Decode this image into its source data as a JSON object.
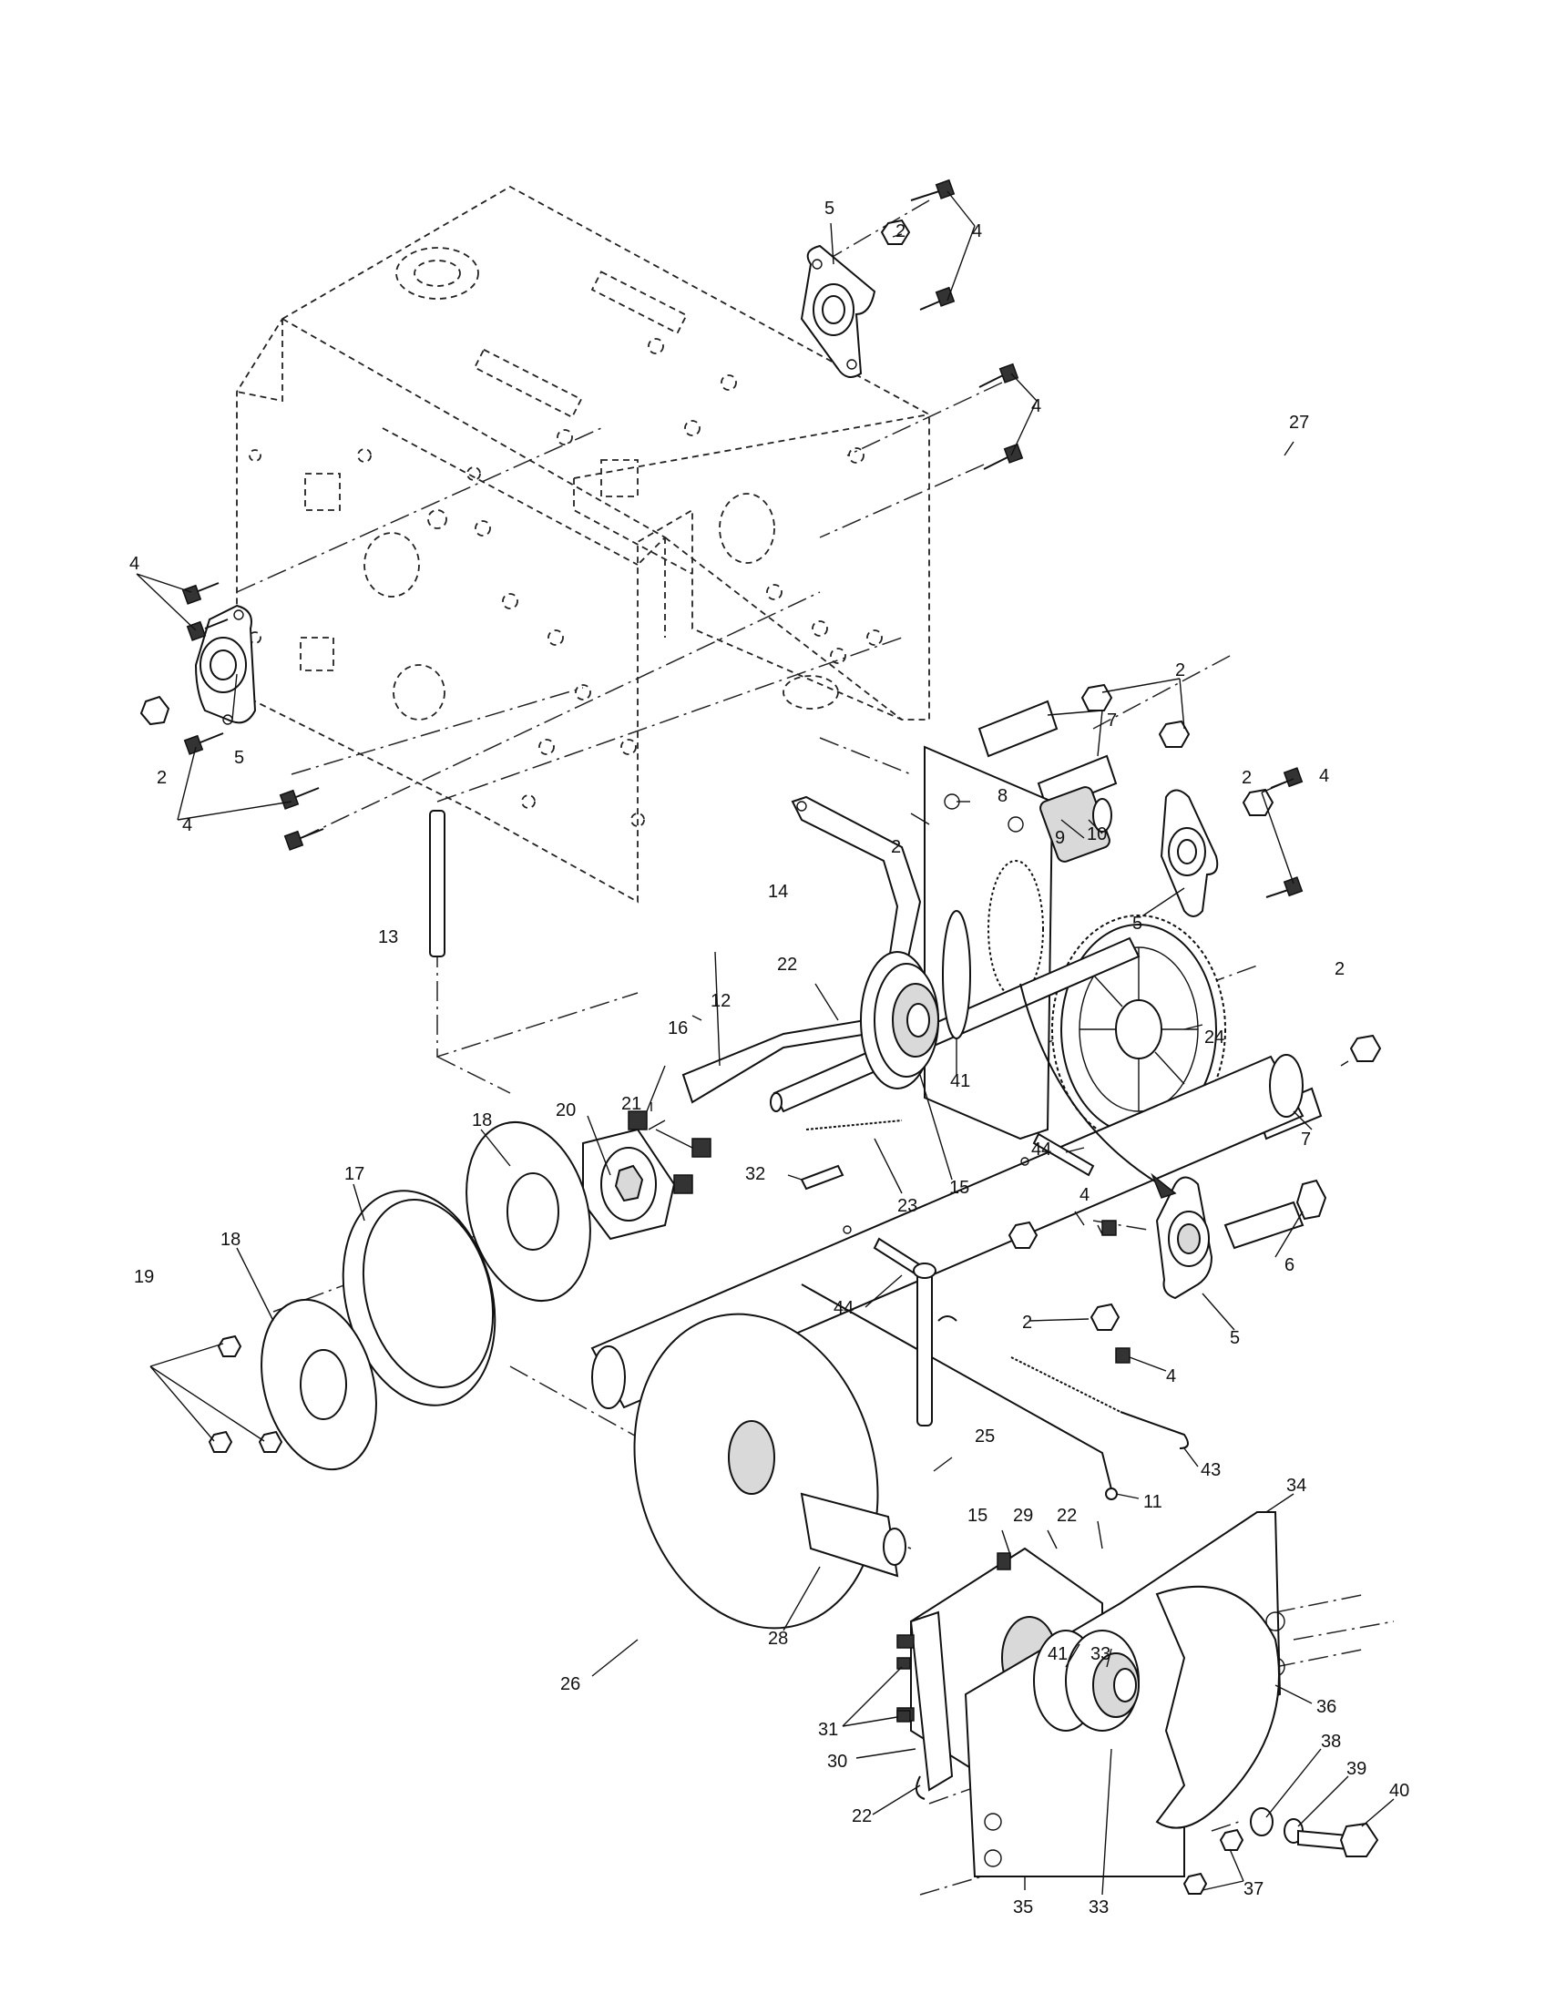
{
  "callouts": [
    {
      "id": "c5a",
      "text": "5"
    },
    {
      "id": "c2a",
      "text": "2"
    },
    {
      "id": "c4a",
      "text": "4"
    },
    {
      "id": "c4b",
      "text": "4"
    },
    {
      "id": "c4c",
      "text": "4"
    },
    {
      "id": "c2b",
      "text": "2"
    },
    {
      "id": "c5b",
      "text": "5"
    },
    {
      "id": "c4d",
      "text": "4"
    },
    {
      "id": "c13",
      "text": "13"
    },
    {
      "id": "c2c",
      "text": "2"
    },
    {
      "id": "c7a",
      "text": "7"
    },
    {
      "id": "c8",
      "text": "8"
    },
    {
      "id": "c2d",
      "text": "2"
    },
    {
      "id": "c4e",
      "text": "4"
    },
    {
      "id": "c2e",
      "text": "2"
    },
    {
      "id": "c14",
      "text": "14"
    },
    {
      "id": "c9",
      "text": "9"
    },
    {
      "id": "c10",
      "text": "10"
    },
    {
      "id": "c5c",
      "text": "5"
    },
    {
      "id": "c27",
      "text": "27"
    },
    {
      "id": "c22a",
      "text": "22"
    },
    {
      "id": "c12",
      "text": "12"
    },
    {
      "id": "c16",
      "text": "16"
    },
    {
      "id": "c2f",
      "text": "2"
    },
    {
      "id": "c21",
      "text": "21"
    },
    {
      "id": "c20",
      "text": "20"
    },
    {
      "id": "c41a",
      "text": "41"
    },
    {
      "id": "c24",
      "text": "24"
    },
    {
      "id": "c18a",
      "text": "18"
    },
    {
      "id": "c23",
      "text": "23"
    },
    {
      "id": "c15a",
      "text": "15"
    },
    {
      "id": "c44a",
      "text": "44"
    },
    {
      "id": "c7b",
      "text": "7"
    },
    {
      "id": "c17",
      "text": "17"
    },
    {
      "id": "c32",
      "text": "32"
    },
    {
      "id": "c4f",
      "text": "4"
    },
    {
      "id": "c18b",
      "text": "18"
    },
    {
      "id": "c44b",
      "text": "44"
    },
    {
      "id": "c6",
      "text": "6"
    },
    {
      "id": "c19",
      "text": "19"
    },
    {
      "id": "c2g",
      "text": "2"
    },
    {
      "id": "c5d",
      "text": "5"
    },
    {
      "id": "c4g",
      "text": "4"
    },
    {
      "id": "c25",
      "text": "25"
    },
    {
      "id": "c43",
      "text": "43"
    },
    {
      "id": "c11",
      "text": "11"
    },
    {
      "id": "c34",
      "text": "34"
    },
    {
      "id": "c15b",
      "text": "15"
    },
    {
      "id": "c29",
      "text": "29"
    },
    {
      "id": "c22b",
      "text": "22"
    },
    {
      "id": "c41b",
      "text": "41"
    },
    {
      "id": "c33a",
      "text": "33"
    },
    {
      "id": "c26",
      "text": "26"
    },
    {
      "id": "c28",
      "text": "28"
    },
    {
      "id": "c36",
      "text": "36"
    },
    {
      "id": "c31",
      "text": "31"
    },
    {
      "id": "c38",
      "text": "38"
    },
    {
      "id": "c39",
      "text": "39"
    },
    {
      "id": "c30",
      "text": "30"
    },
    {
      "id": "c40",
      "text": "40"
    },
    {
      "id": "c22c",
      "text": "22"
    },
    {
      "id": "c35",
      "text": "35"
    },
    {
      "id": "c33b",
      "text": "33"
    },
    {
      "id": "c37",
      "text": "37"
    }
  ]
}
